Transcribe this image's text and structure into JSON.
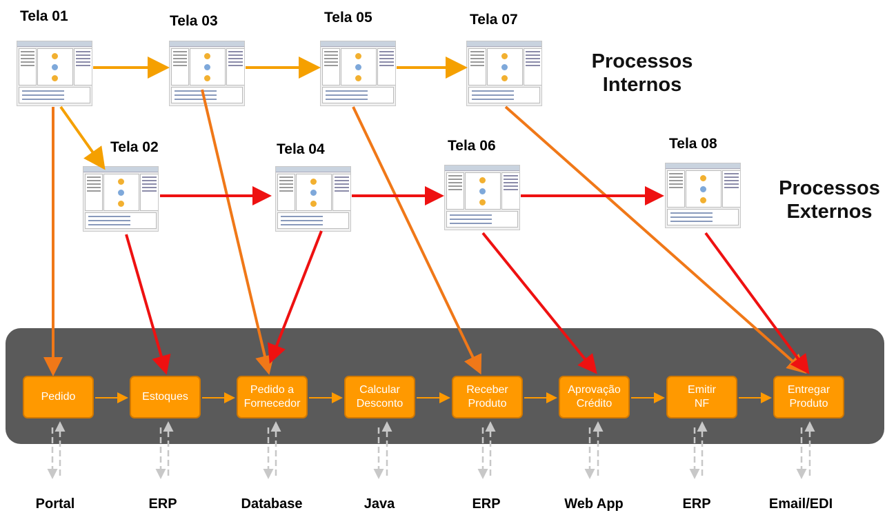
{
  "screens": [
    {
      "id": "tela01",
      "label": "Tela 01"
    },
    {
      "id": "tela03",
      "label": "Tela 03"
    },
    {
      "id": "tela05",
      "label": "Tela 05"
    },
    {
      "id": "tela07",
      "label": "Tela 07"
    },
    {
      "id": "tela02",
      "label": "Tela 02"
    },
    {
      "id": "tela04",
      "label": "Tela 04"
    },
    {
      "id": "tela06",
      "label": "Tela 06"
    },
    {
      "id": "tela08",
      "label": "Tela 08"
    }
  ],
  "sections": {
    "internal": "Processos\nInternos",
    "external": "Processos\nExternos"
  },
  "steps": [
    {
      "label": "Pedido",
      "system": "Portal"
    },
    {
      "label": "Estoques",
      "system": "ERP"
    },
    {
      "label": "Pedido a\nFornecedor",
      "system": "Database"
    },
    {
      "label": "Calcular\nDesconto",
      "system": "Java"
    },
    {
      "label": "Receber\nProduto",
      "system": "ERP"
    },
    {
      "label": "Aprovação\nCrédito",
      "system": "Web App"
    },
    {
      "label": "Emitir\nNF",
      "system": "ERP"
    },
    {
      "label": "Entregar\nProduto",
      "system": "Email/EDI"
    }
  ],
  "colors": {
    "internal_arrow": "#f5a000",
    "internal_link": "#f07818",
    "external_arrow": "#ee1111",
    "band": "#5a5a5a",
    "step": "#ff9900",
    "dashed": "#c8c8c8"
  }
}
